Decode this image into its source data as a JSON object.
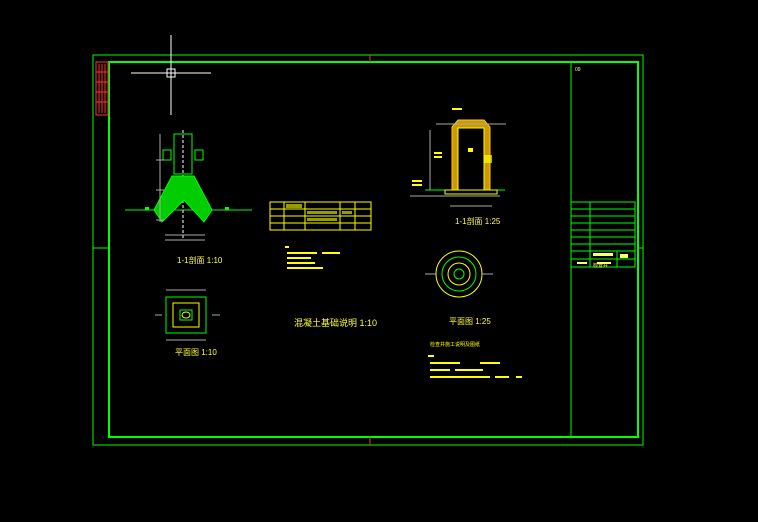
{
  "drawing": {
    "background": "#000000",
    "frame_color": "#00ff00",
    "annotation_color": "#ffff00",
    "views": {
      "section_left": {
        "label": "1-1剖面 1:10"
      },
      "plan_left": {
        "label": "平面图 1:10"
      },
      "schedule_caption": {
        "label": "混凝土基础说明 1:10"
      },
      "section_right": {
        "label": "1-1剖面 1:25"
      },
      "plan_right": {
        "label": "平面图 1:25"
      },
      "notes_right_title": {
        "label": "检查井施工说明及图纸"
      }
    },
    "title_block": {
      "sheet_no": "09",
      "name": "检查井"
    }
  }
}
